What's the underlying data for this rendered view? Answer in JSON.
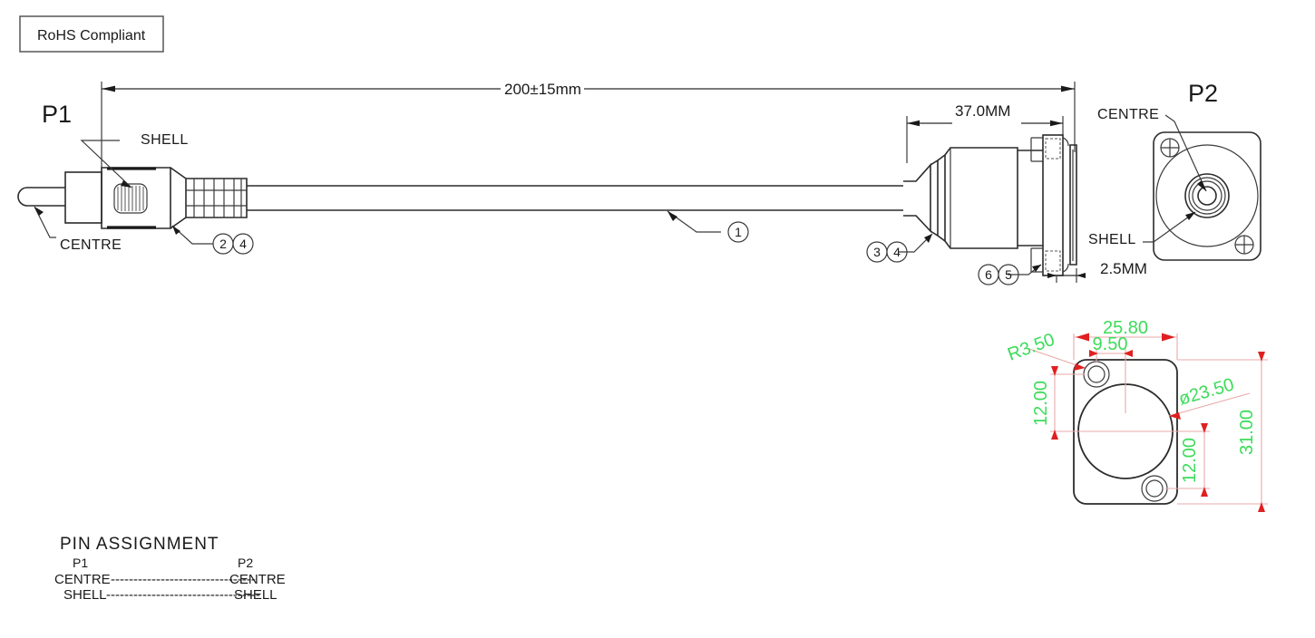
{
  "sheet": {
    "title": "Cable Assembly Drawing",
    "background": "#ffffff",
    "line_color": "#2b2b2b",
    "dim_text_color": "#3ddc5a",
    "dim_arrow_color": "#e02020"
  },
  "rohs": {
    "label": "RoHS Compliant"
  },
  "connectors": {
    "p1": {
      "title": "P1",
      "shell_label": "SHELL",
      "centre_label": "CENTRE",
      "balloons": [
        "2",
        "4"
      ]
    },
    "p2": {
      "title": "P2",
      "centre_label": "CENTRE",
      "shell_label": "SHELL",
      "balloons_body": [
        "3",
        "4"
      ],
      "balloons_flange": [
        "6",
        "5"
      ]
    }
  },
  "cable": {
    "balloon": "1"
  },
  "dimensions": {
    "overall_length": "200±15mm",
    "connector_length": "37.0MM",
    "flange_thickness": "2.5MM"
  },
  "panel_cutout": {
    "width": "25.80",
    "hole_offset": "9.50",
    "corner_radius": "R3.50",
    "bore_diameter": "ø23.50",
    "height": "31.00",
    "hole_v_top": "12.00",
    "hole_v_bottom": "12.00"
  },
  "pin_assignment": {
    "title": "PIN  ASSIGNMENT",
    "col_left": "P1",
    "col_right": "P2",
    "rows": [
      {
        "left": "CENTRE",
        "dashes": "--------------------------------",
        "right": "CENTRE"
      },
      {
        "left": "SHELL",
        "dashes": "----------------------------------",
        "right": "SHELL"
      }
    ]
  }
}
